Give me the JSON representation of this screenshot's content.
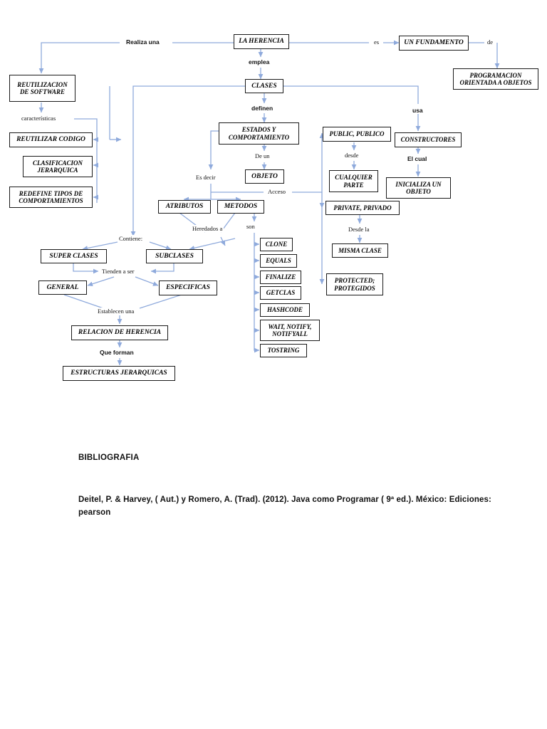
{
  "document": {
    "type": "concept-map",
    "subject": "La Herencia (Java)",
    "line_color": "#8faadc",
    "box_border_color": "#1a1a1a",
    "background": "#ffffff"
  },
  "nodes": {
    "la_herencia": "LA HERENCIA",
    "un_fundamento": "UN FUNDAMENTO",
    "poo": "PROGRAMACION ORIENTADA A OBJETOS",
    "reutilizacion_software": "REUTILIZACION DE SOFTWARE",
    "clases": "CLASES",
    "reutilizar_codigo": "REUTILIZAR CODIGO",
    "clasificacion_jerarquica": "CLASIFICACION JERARQUICA",
    "redefine_tipos": "REDEFINE TIPOS DE COMPORTAMIENTOS",
    "estados_comportamiento": "ESTADOS Y COMPORTAMIENTO",
    "objeto": "OBJETO",
    "atributos": "ATRIBUTOS",
    "metodos": "METODOS",
    "super_clases": "SUPER CLASES",
    "subclases": "SUBCLASES",
    "general": "GENERAL",
    "especificas": "ESPECIFICAS",
    "relacion_herencia": "RELACION DE HERENCIA",
    "estructuras_jerarquicas": "ESTRUCTURAS JERARQUICAS",
    "public_publico": "PUBLIC, PUBLICO",
    "cualquier_parte": "CUALQUIER PARTE",
    "private_privado": "PRIVATE, PRIVADO",
    "misma_clase": "MISMA CLASE",
    "protected_protegidos": "PROTECTED; PROTEGIDOS",
    "constructores": "CONSTRUCTORES",
    "inicializa_objeto": "INICIALIZA UN OBJETO",
    "clone": "CLONE",
    "equals": "EQUALS",
    "finalize": "FINALIZE",
    "getclas": "GETCLAS",
    "hashcode": "HASHCODE",
    "wait_notify": "WAIT, NOTIFY, NOTIFYALL",
    "tostring": "TOSTRING"
  },
  "edge_labels": {
    "realiza_una": "Realiza una",
    "es": "es",
    "de": "de",
    "emplea": "emplea",
    "caracteristicas": "características",
    "definen": "definen",
    "usa": "usa",
    "de_un": "De un",
    "es_decir": "Es decir",
    "acceso": "Acceso",
    "heredados_a": "Heredados a",
    "son": "son",
    "contiene": "Contiene:",
    "tienden_a_ser": "Tienden a ser",
    "establecen_una": "Establecen una",
    "que_forman": "Que forman",
    "desde": "desde",
    "desde_la": "Desde la",
    "el_cual": "El cual"
  },
  "bibliography": {
    "title": "BIBLIOGRAFIA",
    "entry": "Deitel, P. & Harvey, ( Aut.) y Romero, A. (Trad). (2012). Java como Programar ( 9ª ed.). México: Ediciones: pearson"
  }
}
